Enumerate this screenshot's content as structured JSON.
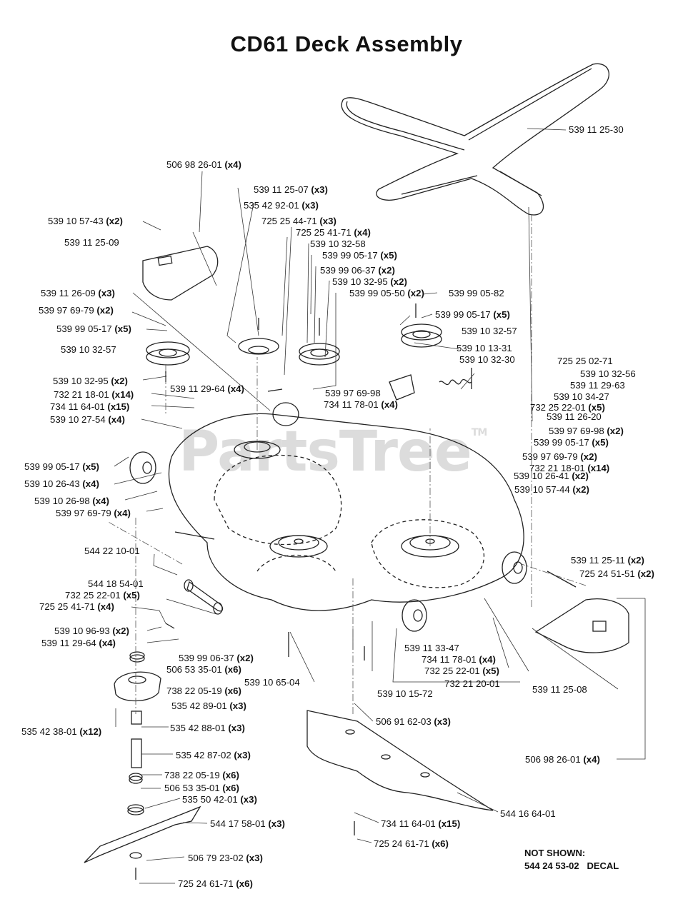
{
  "title": "CD61 Deck Assembly",
  "watermark": {
    "text": "PartsTree",
    "mark": "TM"
  },
  "not_shown": {
    "heading": "NOT SHOWN:",
    "line": "544 24 53-02   DECAL"
  },
  "labels": [
    {
      "id": "l1",
      "part": "539 11 25-30",
      "qty": ""
    },
    {
      "id": "l2",
      "part": "506 98 26-01",
      "qty": "(x4)"
    },
    {
      "id": "l3",
      "part": "539 11 25-07",
      "qty": "(x3)"
    },
    {
      "id": "l4",
      "part": "535 42 92-01",
      "qty": "(x3)"
    },
    {
      "id": "l5",
      "part": "539 10 57-43",
      "qty": "(x2)"
    },
    {
      "id": "l6",
      "part": "725 25 44-71",
      "qty": "(x3)"
    },
    {
      "id": "l7",
      "part": "725 25 41-71",
      "qty": "(x4)"
    },
    {
      "id": "l8",
      "part": "539 11 25-09",
      "qty": ""
    },
    {
      "id": "l9",
      "part": "539 10 32-58",
      "qty": ""
    },
    {
      "id": "l10",
      "part": "539 99 05-17",
      "qty": "(x5)"
    },
    {
      "id": "l11",
      "part": "539 99 06-37",
      "qty": "(x2)"
    },
    {
      "id": "l12",
      "part": "539 10 32-95",
      "qty": "(x2)"
    },
    {
      "id": "l13",
      "part": "539 11 26-09",
      "qty": "(x3)"
    },
    {
      "id": "l14",
      "part": "539 99 05-50",
      "qty": "(x2)"
    },
    {
      "id": "l15",
      "part": "539 99 05-82",
      "qty": ""
    },
    {
      "id": "l16",
      "part": "539 97 69-79",
      "qty": "(x2)"
    },
    {
      "id": "l17",
      "part": "539 99 05-17",
      "qty": "(x5)"
    },
    {
      "id": "l18",
      "part": "539 99 05-17",
      "qty": "(x5)"
    },
    {
      "id": "l19",
      "part": "539 10 32-57",
      "qty": ""
    },
    {
      "id": "l20",
      "part": "539 10 32-57",
      "qty": ""
    },
    {
      "id": "l21",
      "part": "539 10 13-31",
      "qty": ""
    },
    {
      "id": "l22",
      "part": "539 10 32-30",
      "qty": ""
    },
    {
      "id": "l23",
      "part": "725 25 02-71",
      "qty": ""
    },
    {
      "id": "l24",
      "part": "539 10 32-95",
      "qty": "(x2)"
    },
    {
      "id": "l25",
      "part": "539 11 29-64",
      "qty": "(x4)"
    },
    {
      "id": "l26",
      "part": "539 10 32-56",
      "qty": ""
    },
    {
      "id": "l27",
      "part": "539 11 29-63",
      "qty": ""
    },
    {
      "id": "l28",
      "part": "732 21 18-01",
      "qty": "(x14)"
    },
    {
      "id": "l29",
      "part": "539 97 69-98",
      "qty": ""
    },
    {
      "id": "l30",
      "part": "539 10 34-27",
      "qty": ""
    },
    {
      "id": "l31",
      "part": "734 11 64-01",
      "qty": "(x15)"
    },
    {
      "id": "l32",
      "part": "734 11 78-01",
      "qty": "(x4)"
    },
    {
      "id": "l33",
      "part": "732 25 22-01",
      "qty": "(x5)"
    },
    {
      "id": "l34",
      "part": "539 10 27-54",
      "qty": "(x4)"
    },
    {
      "id": "l35",
      "part": "539 11 26-20",
      "qty": ""
    },
    {
      "id": "l36",
      "part": "539 97 69-98",
      "qty": "(x2)"
    },
    {
      "id": "l37",
      "part": "539 99 05-17",
      "qty": "(x5)"
    },
    {
      "id": "l38",
      "part": "539 99 05-17",
      "qty": "(x5)"
    },
    {
      "id": "l39",
      "part": "539 97 69-79",
      "qty": "(x2)"
    },
    {
      "id": "l40",
      "part": "732 21 18-01",
      "qty": "(x14)"
    },
    {
      "id": "l41",
      "part": "539 10 26-43",
      "qty": "(x4)"
    },
    {
      "id": "l42",
      "part": "539 10 26-41",
      "qty": "(x2)"
    },
    {
      "id": "l43",
      "part": "539 10 57-44",
      "qty": "(x2)"
    },
    {
      "id": "l44",
      "part": "539 10 26-98",
      "qty": "(x4)"
    },
    {
      "id": "l45",
      "part": "539 97 69-79",
      "qty": "(x4)"
    },
    {
      "id": "l46",
      "part": "539 11 25-11",
      "qty": "(x2)"
    },
    {
      "id": "l47",
      "part": "544 22 10-01",
      "qty": ""
    },
    {
      "id": "l48",
      "part": "725 24 51-51",
      "qty": "(x2)"
    },
    {
      "id": "l49",
      "part": "544 18 54-01",
      "qty": ""
    },
    {
      "id": "l50",
      "part": "732 25 22-01",
      "qty": "(x5)"
    },
    {
      "id": "l51",
      "part": "725 25 41-71",
      "qty": "(x4)"
    },
    {
      "id": "l52",
      "part": "539 10 96-93",
      "qty": "(x2)"
    },
    {
      "id": "l53",
      "part": "539 11 29-64",
      "qty": "(x4)"
    },
    {
      "id": "l54",
      "part": "539 11 33-47",
      "qty": ""
    },
    {
      "id": "l55",
      "part": "539 99 06-37",
      "qty": "(x2)"
    },
    {
      "id": "l56",
      "part": "734 11 78-01",
      "qty": "(x4)"
    },
    {
      "id": "l57",
      "part": "506 53 35-01",
      "qty": "(x6)"
    },
    {
      "id": "l58",
      "part": "732 25 22-01",
      "qty": "(x5)"
    },
    {
      "id": "l59",
      "part": "539 10 65-04",
      "qty": ""
    },
    {
      "id": "l60",
      "part": "732 21 20-01",
      "qty": ""
    },
    {
      "id": "l61",
      "part": "738 22 05-19",
      "qty": "(x6)"
    },
    {
      "id": "l62",
      "part": "539 10 15-72",
      "qty": ""
    },
    {
      "id": "l63",
      "part": "539 11 25-08",
      "qty": ""
    },
    {
      "id": "l64",
      "part": "535 42 89-01",
      "qty": "(x3)"
    },
    {
      "id": "l65",
      "part": "506 91 62-03",
      "qty": "(x3)"
    },
    {
      "id": "l66",
      "part": "535 42 38-01",
      "qty": "(x12)"
    },
    {
      "id": "l67",
      "part": "535 42 88-01",
      "qty": "(x3)"
    },
    {
      "id": "l68",
      "part": "535 42 87-02",
      "qty": "(x3)"
    },
    {
      "id": "l69",
      "part": "506 98 26-01",
      "qty": "(x4)"
    },
    {
      "id": "l70",
      "part": "738 22 05-19",
      "qty": "(x6)"
    },
    {
      "id": "l71",
      "part": "506 53 35-01",
      "qty": "(x6)"
    },
    {
      "id": "l72",
      "part": "535 50 42-01",
      "qty": "(x3)"
    },
    {
      "id": "l73",
      "part": "544 16 64-01",
      "qty": ""
    },
    {
      "id": "l74",
      "part": "544 17 58-01",
      "qty": "(x3)"
    },
    {
      "id": "l75",
      "part": "734 11 64-01",
      "qty": "(x15)"
    },
    {
      "id": "l76",
      "part": "725 24 61-71",
      "qty": "(x6)"
    },
    {
      "id": "l77",
      "part": "506 79 23-02",
      "qty": "(x3)"
    },
    {
      "id": "l78",
      "part": "725 24 61-71",
      "qty": "(x6)"
    }
  ]
}
